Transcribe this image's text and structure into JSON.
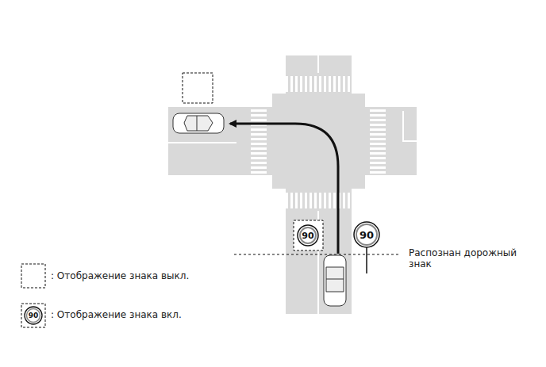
{
  "diagram": {
    "labels": [
      "90",
      "90",
      "Распознан дорожный знак",
      "90"
    ],
    "legend": [
      {
        "text": ": Отображение знака выкл."
      },
      {
        "text": ": Отображение знака вкл."
      }
    ]
  }
}
